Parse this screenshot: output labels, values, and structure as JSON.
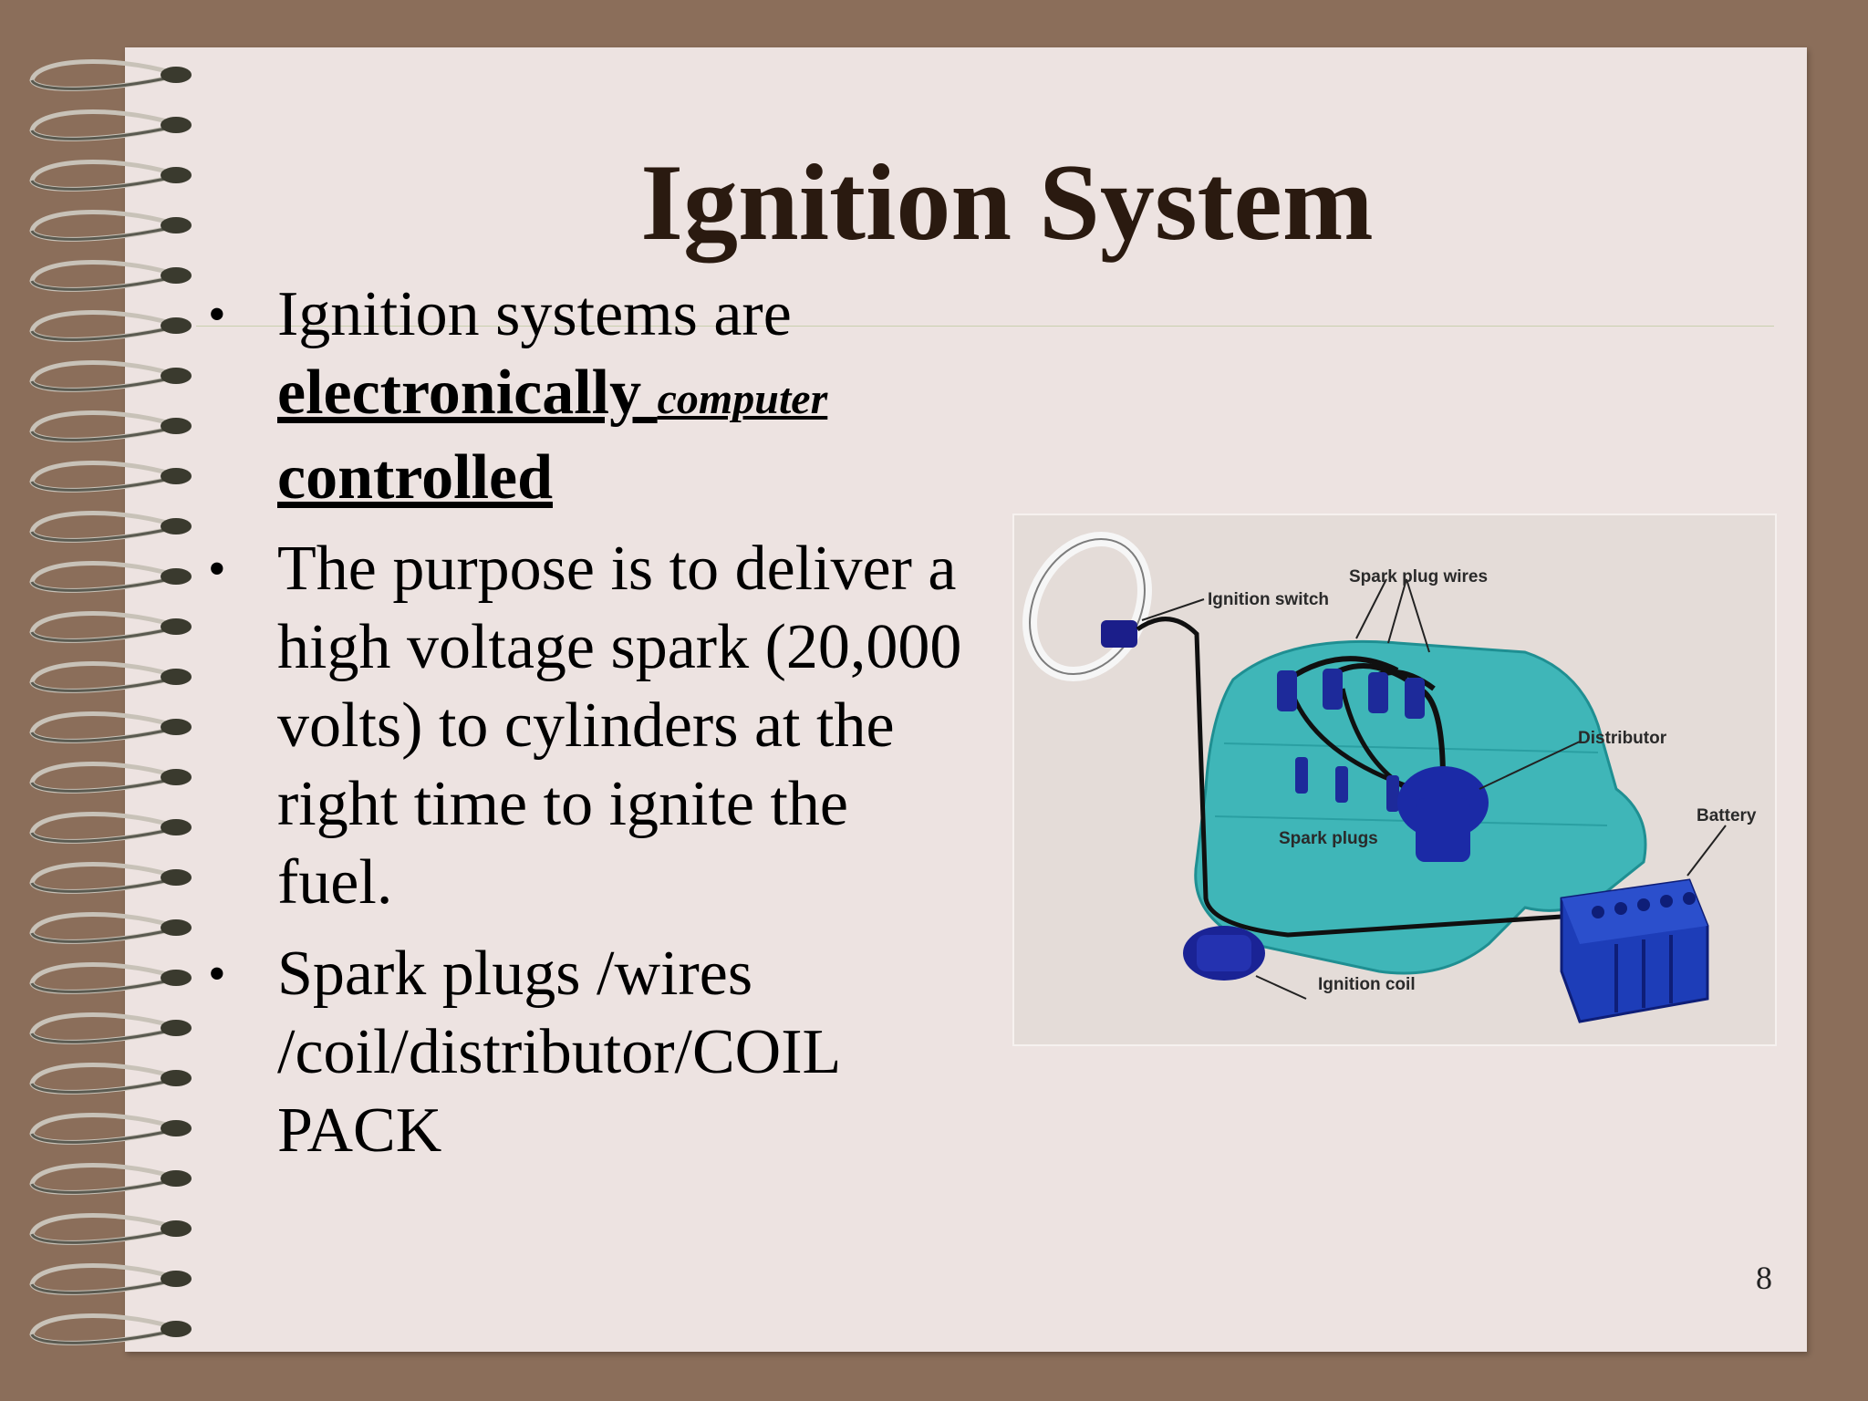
{
  "slide": {
    "title": "Ignition System",
    "page_number": "8",
    "bullets": [
      {
        "text_before": "Ignition systems are",
        "emphasis_1": "electronically ",
        "emphasis_2": "computer",
        "emphasis_3": "controlled"
      },
      {
        "text": "The purpose is to deliver a high voltage spark (20,000 volts) to cylinders at the right time to ignite the fuel."
      },
      {
        "text": "Spark plugs /wires /coil/distributor/COIL PACK"
      }
    ]
  },
  "figure": {
    "labels": {
      "ignition_switch": "Ignition switch",
      "spark_plug_wires": "Spark plug wires",
      "distributor": "Distributor",
      "battery": "Battery",
      "spark_plugs": "Spark plugs",
      "ignition_coil": "Ignition coil"
    }
  }
}
